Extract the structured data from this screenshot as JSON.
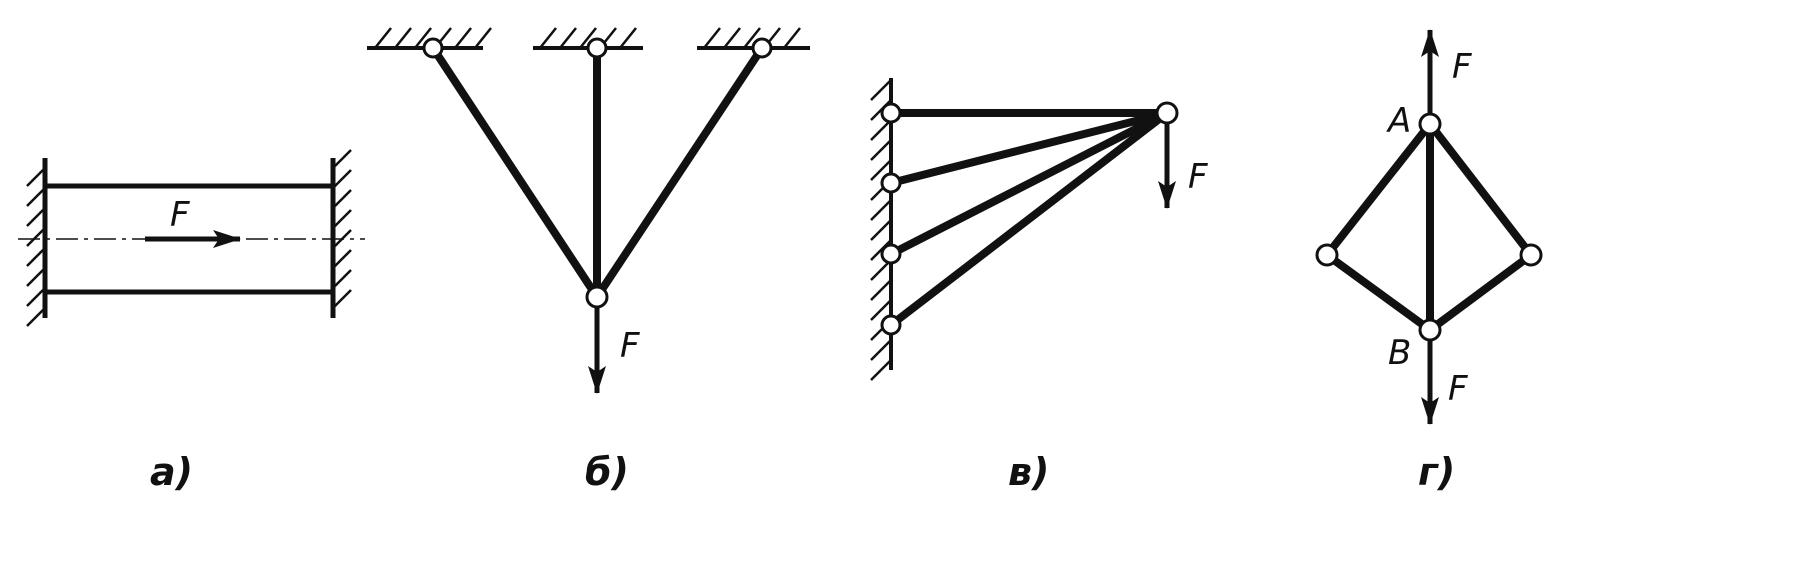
{
  "panels": {
    "a": {
      "caption": "a)",
      "force_label": "F"
    },
    "b": {
      "caption": "б)",
      "force_label": "F"
    },
    "v": {
      "caption": "в)",
      "force_label": "F"
    },
    "g": {
      "caption": "г)",
      "force_label_top": "F",
      "force_label_bottom": "F",
      "node_a": "A",
      "node_b": "B"
    }
  },
  "colors": {
    "ink": "#111111",
    "paper": "#ffffff"
  }
}
